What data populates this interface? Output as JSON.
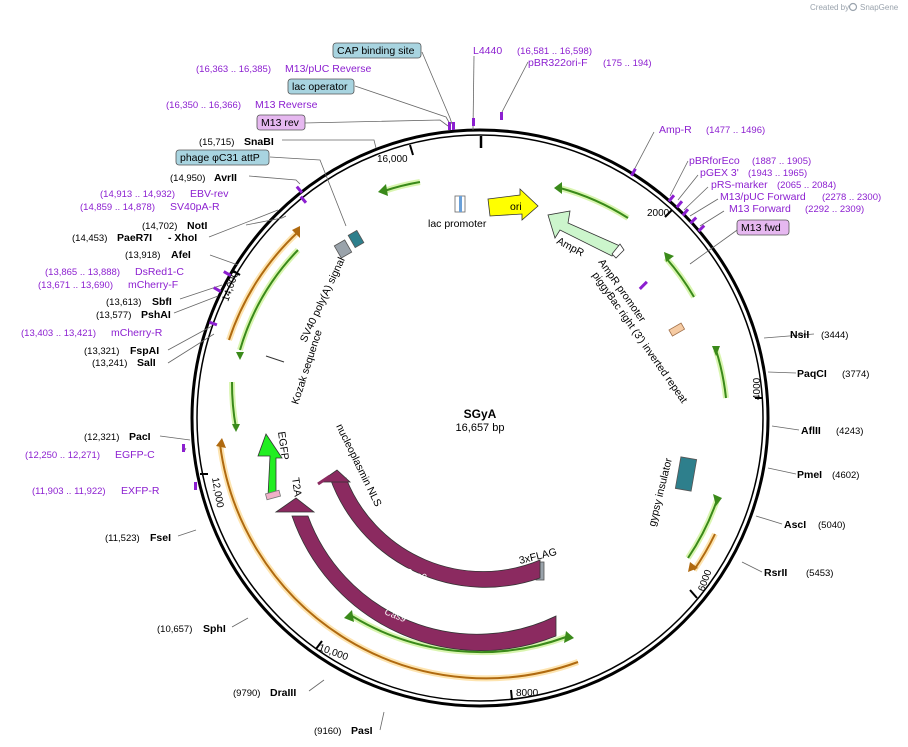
{
  "credit": {
    "prefix": "Created by",
    "brand": "SnapGene"
  },
  "plasmid": {
    "name": "SGyA",
    "length": "16,657 bp"
  },
  "ticks": [
    "16,000",
    "2000",
    "4000",
    "6000",
    "8000",
    "10,000",
    "12,000",
    "14,000"
  ],
  "sites": [
    {
      "name": "SnaBI",
      "pos": "(15,715)"
    },
    {
      "name": "AvrII",
      "pos": "(14,950)"
    },
    {
      "name": "NotI",
      "pos": "(14,702)"
    },
    {
      "name": "PaeR7I",
      "pos": "(14,453)",
      "extra": "- XhoI"
    },
    {
      "name": "AfeI",
      "pos": "(13,918)"
    },
    {
      "name": "SbfI",
      "pos": "(13,613)"
    },
    {
      "name": "PshAI",
      "pos": "(13,577)"
    },
    {
      "name": "FspAI",
      "pos": "(13,321)"
    },
    {
      "name": "SalI",
      "pos": "(13,241)"
    },
    {
      "name": "PacI",
      "pos": "(12,321)"
    },
    {
      "name": "FseI",
      "pos": "(11,523)"
    },
    {
      "name": "SphI",
      "pos": "(10,657)"
    },
    {
      "name": "DraIII",
      "pos": "(9790)"
    },
    {
      "name": "PasI",
      "pos": "(9160)"
    },
    {
      "name": "NsiI",
      "pos": "(3444)"
    },
    {
      "name": "PaqCI",
      "pos": "(3774)"
    },
    {
      "name": "AflII",
      "pos": "(4243)"
    },
    {
      "name": "PmeI",
      "pos": "(4602)"
    },
    {
      "name": "AscI",
      "pos": "(5040)"
    },
    {
      "name": "RsrII",
      "pos": "(5453)"
    }
  ],
  "primers": [
    {
      "name": "M13/pUC Reverse",
      "pos": "(16,363 .. 16,385)"
    },
    {
      "name": "M13 Reverse",
      "pos": "(16,350 .. 16,366)"
    },
    {
      "name": "EBV-rev",
      "pos": "(14,913 .. 14,932)"
    },
    {
      "name": "SV40pA-R",
      "pos": "(14,859 .. 14,878)"
    },
    {
      "name": "DsRed1-C",
      "pos": "(13,865 .. 13,888)"
    },
    {
      "name": "mCherry-F",
      "pos": "(13,671 .. 13,690)"
    },
    {
      "name": "mCherry-R",
      "pos": "(13,403 .. 13,421)"
    },
    {
      "name": "EGFP-C",
      "pos": "(12,250 .. 12,271)"
    },
    {
      "name": "EXFP-R",
      "pos": "(11,903 .. 11,922)"
    },
    {
      "name": "L4440",
      "pos": "(16,581 .. 16,598)"
    },
    {
      "name": "pBR322ori-F",
      "pos": "(175 .. 194)"
    },
    {
      "name": "Amp-R",
      "pos": "(1477 .. 1496)"
    },
    {
      "name": "pBRforEco",
      "pos": "(1887 .. 1905)"
    },
    {
      "name": "pGEX 3'",
      "pos": "(1943 .. 1965)"
    },
    {
      "name": "pRS-marker",
      "pos": "(2065 .. 2084)"
    },
    {
      "name": "M13/pUC Forward",
      "pos": "(2278 .. 2300)"
    },
    {
      "name": "M13 Forward",
      "pos": "(2292 .. 2309)"
    }
  ],
  "boxes": {
    "cap": "CAP binding site",
    "lacop": "lac operator",
    "m13rev": "M13 rev",
    "attp": "phage φC31 attP",
    "m13fwd": "M13 fwd"
  },
  "features": {
    "lac_promoter": "lac promoter",
    "ori": "ori",
    "ampr": "AmpR",
    "ampr_promoter": "AmpR promoter",
    "piggybac": "piggyBac right (3') inverted repeat",
    "gypsy": "gypsy insulator",
    "flag": "3xFLAG",
    "cas9": "Cas9",
    "nls": "nucleoplasmin NLS",
    "t2a": "T2A",
    "egfp": "EGFP",
    "kozak": "Kozak sequence",
    "sv40": "SV40 poly(A) signal"
  },
  "colors": {
    "backbone": "#000000",
    "site_text": "#000000",
    "primer": "#8c1fd0",
    "cas9": "#8b2a60",
    "ori": "#ffff00",
    "ampr": "#ccf5cc",
    "egfp": "#22ee22",
    "gypsy": "#2e7f8c",
    "orf_green": "#3a8a1a",
    "orf_orange": "#b06a10",
    "box_blue": "#a8d4e0",
    "box_purple": "#e6b8f0"
  }
}
